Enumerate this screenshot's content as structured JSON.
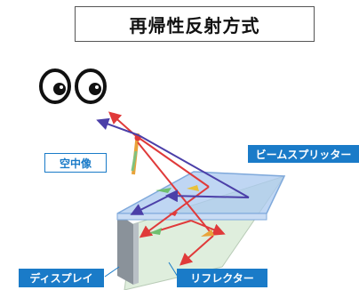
{
  "title": "再帰性反射方式",
  "labels": {
    "aerial_image": "空中像",
    "beam_splitter": "ビームスプリッター",
    "display": "ディスプレイ",
    "reflector": "リフレクター"
  },
  "colors": {
    "label_blue": "#1a7bc8",
    "ray_red": "#e03a3a",
    "ray_purple": "#4b3fa8",
    "splitter_blue": "#a9c8ef",
    "reflector_green": "#dfeedd"
  }
}
